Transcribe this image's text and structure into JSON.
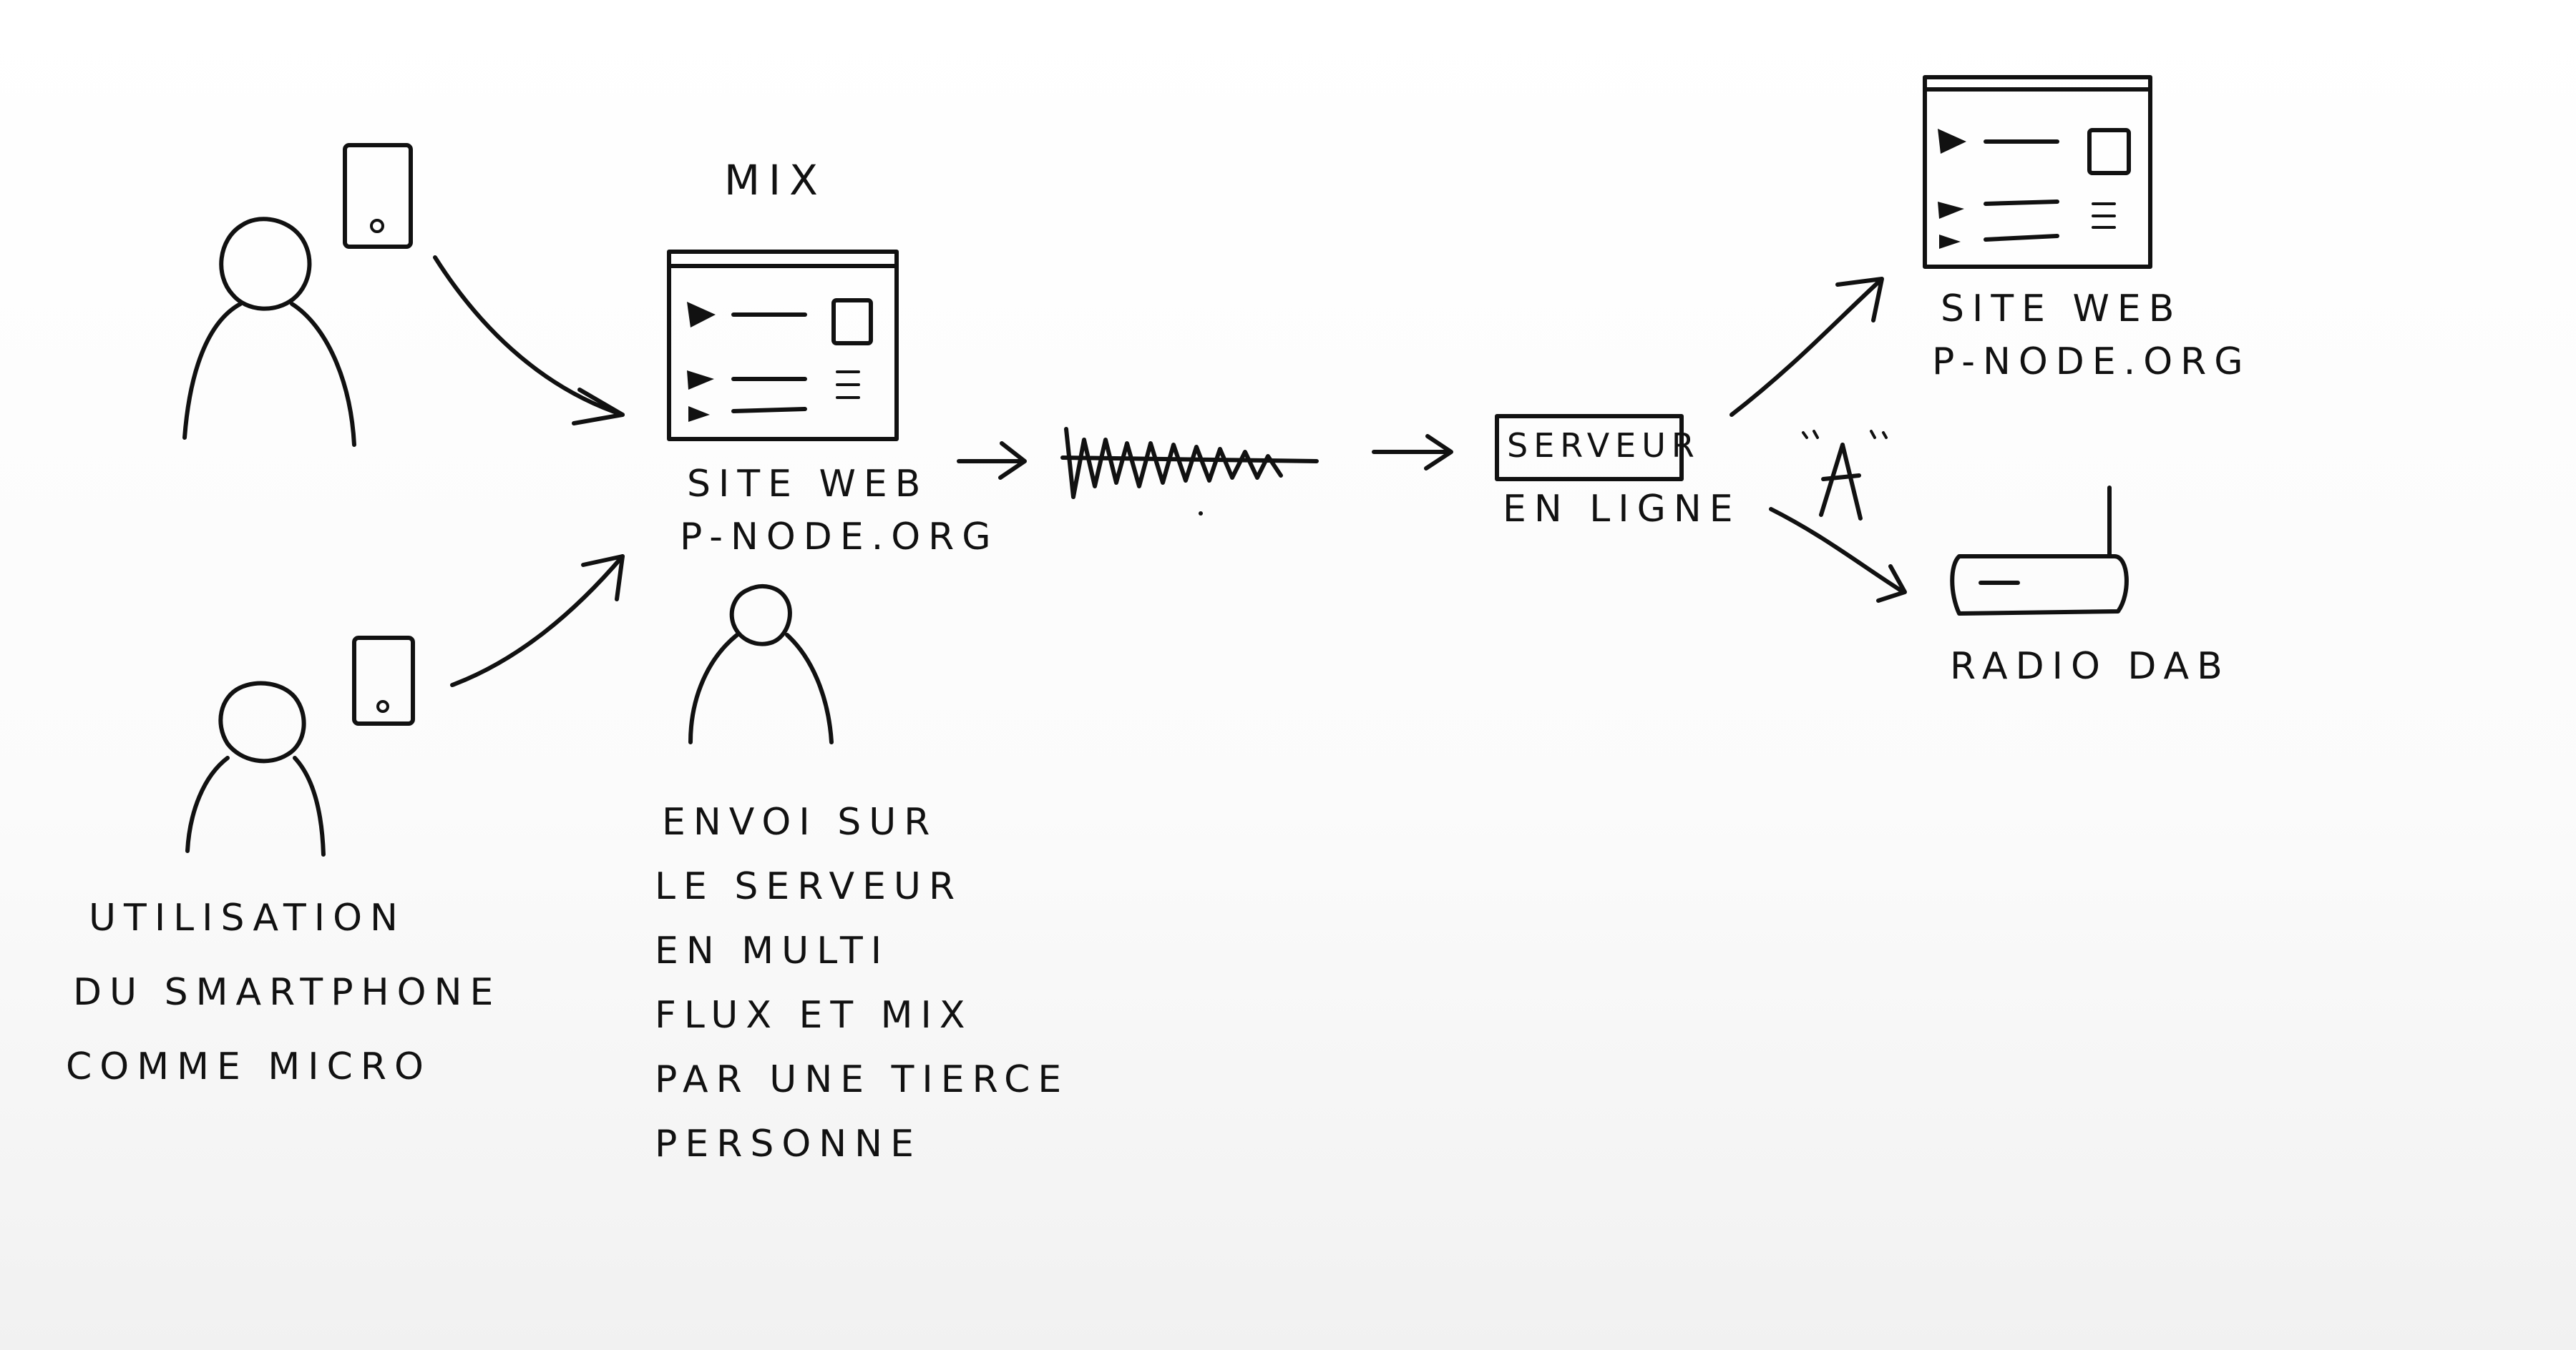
{
  "diagram": {
    "mix_title": "Mix",
    "mix_site_label": [
      "SiTE WEB",
      "P-NODE.ORG"
    ],
    "left_caption": [
      "UTiLiSATiON",
      "DU SMARTPHONE",
      "COMME MiCRO"
    ],
    "middle_caption": [
      "ENVOi SUR",
      "LE SERVEUR",
      "EN MULTi",
      "FLUX ET MiX",
      "PAR UNE TiERCE",
      "PERSONNE"
    ],
    "server_box": "SERVEUR",
    "server_sub": "EN LiGNE",
    "out_site_label": [
      "SiTE WEB",
      "P-NODE.ORG"
    ],
    "radio_label": "RADiO DAB"
  }
}
